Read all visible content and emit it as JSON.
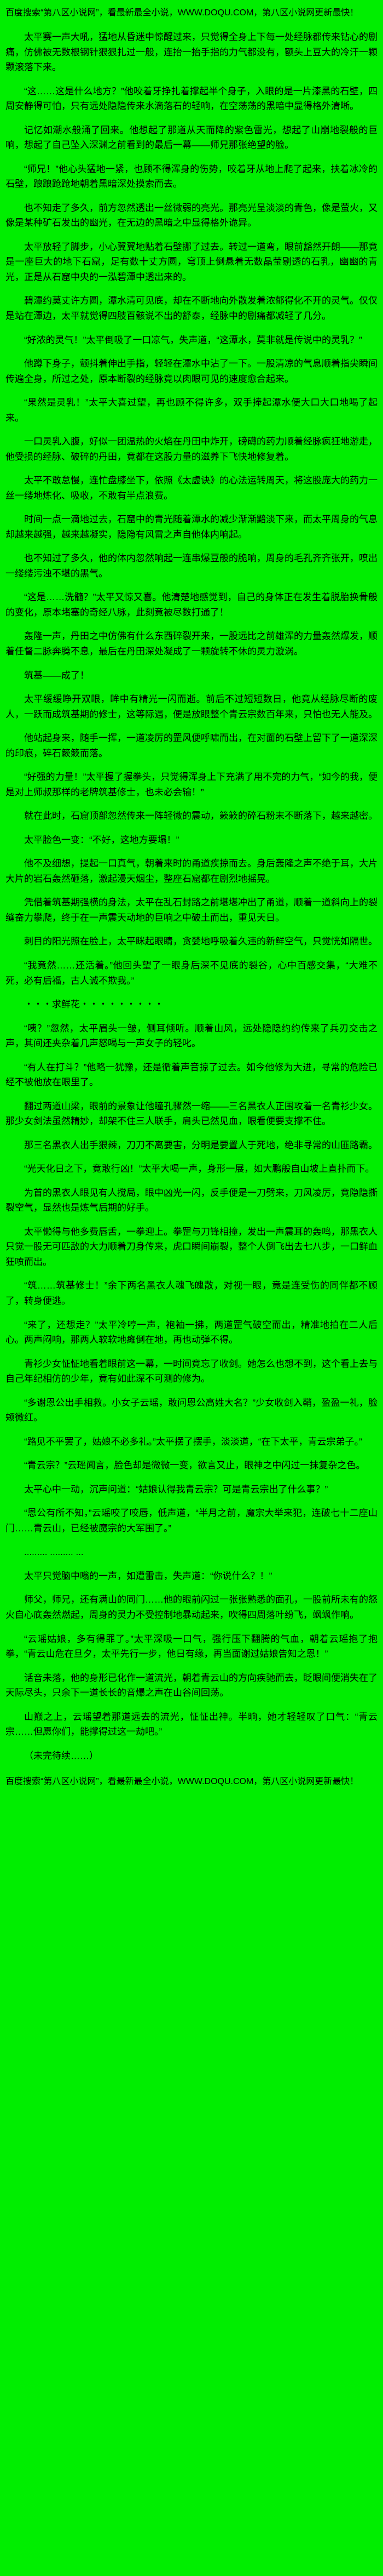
{
  "page": {
    "background_color": "#00ee00",
    "text_color": "#000000"
  },
  "header": {
    "notice": "百度搜索“第八区小说网”，看最新最全小说，WWW.DOQU.COM，第八区小说网更新最快！"
  },
  "footer": {
    "notice": "百度搜索“第八区小说网”，看最新最全小说，WWW.DOQU.COM，第八区小说网更新最快！"
  },
  "novel": {
    "paragraphs": [
      "太平赛一声大吼，猛地从昏迷中惊醒过来，只觉得全身上下每一处经脉都传来钻心的剧痛，仿佛被无数根钢针狠狠扎过一般，连抬一抬手指的力气都没有，额头上豆大的冷汗一颗颗滚落下来。",
      "“这……这是什么地方？”他咬着牙挣扎着撑起半个身子，入眼的是一片漆黑的石壁，四周安静得可怕，只有远处隐隐传来水滴落石的轻响，在空荡荡的黑暗中显得格外清晰。",
      "记忆如潮水般涌了回来。他想起了那道从天而降的紫色雷光，想起了山崩地裂般的巨响，想起了自己坠入深渊之前看到的最后一幕——师兄那张绝望的脸。",
      "“师兄！”他心头猛地一紧，也顾不得浑身的伤势，咬着牙从地上爬了起来，扶着冰冷的石壁，踉踉跄跄地朝着黑暗深处摸索而去。",
      "也不知走了多久，前方忽然透出一丝微弱的亮光。那亮光呈淡淡的青色，像是萤火，又像是某种矿石发出的幽光，在无边的黑暗之中显得格外诡异。",
      "太平放轻了脚步，小心翼翼地贴着石壁挪了过去。转过一道弯，眼前豁然开朗——那竟是一座巨大的地下石窟，足有数十丈方圆，穹顶上倒悬着无数晶莹剔透的石乳，幽幽的青光，正是从石窟中央的一泓碧潭中透出来的。",
      "碧潭约莫丈许方圆，潭水清可见底，却在不断地向外散发着浓郁得化不开的灵气。仅仅是站在潭边，太平就觉得四肢百骸说不出的舒泰，经脉中的剧痛都减轻了几分。",
      "“好浓的灵气！”太平倒吸了一口凉气，失声道，“这潭水，莫非就是传说中的灵乳？”",
      "他蹲下身子，颤抖着伸出手指，轻轻在潭水中沾了一下。一股清凉的气息顺着指尖瞬间传遍全身，所过之处，原本断裂的经脉竟以肉眼可见的速度愈合起来。",
      "“果然是灵乳！”太平大喜过望，再也顾不得许多，双手捧起潭水便大口大口地喝了起来。",
      "一口灵乳入腹，好似一团温热的火焰在丹田中炸开，磅礴的药力顺着经脉疯狂地游走，他受损的经脉、破碎的丹田，竟都在这股力量的滋养下飞快地修复着。",
      "太平不敢怠慢，连忙盘膝坐下，依照《太虚诀》的心法运转周天，将这股庞大的药力一丝一缕地炼化、吸收，不敢有半点浪费。",
      "时间一点一滴地过去，石窟中的青光随着潭水的减少渐渐黯淡下来，而太平周身的气息却越来越强，越来越凝实，隐隐有风雷之声自他体内响起。",
      "也不知过了多久，他的体内忽然响起一连串爆豆般的脆响，周身的毛孔齐齐张开，喷出一缕缕污浊不堪的黑气。",
      "“这是……洗髓？”太平又惊又喜。他清楚地感觉到，自己的身体正在发生着脱胎换骨般的变化，原本堵塞的奇经八脉，此刻竟被尽数打通了！",
      "轰隆一声，丹田之中仿佛有什么东西碎裂开来，一股远比之前雄浑的力量轰然爆发，顺着任督二脉奔腾不息，最后在丹田深处凝成了一颗旋转不休的灵力漩涡。",
      "筑基——成了！",
      "太平缓缓睁开双眼，眸中有精光一闪而逝。前后不过短短数日，他竟从经脉尽断的废人，一跃而成筑基期的修士，这等际遇，便是放眼整个青云宗数百年来，只怕也无人能及。",
      "他站起身来，随手一挥，一道凌厉的罡风便呼啸而出，在对面的石壁上留下了一道深深的印痕，碎石簌簌而落。",
      "“好强的力量！”太平握了握拳头，只觉得浑身上下充满了用不完的力气，“如今的我，便是对上师叔那样的老牌筑基修士，也未必会输！”",
      "就在此时，石窟顶部忽然传来一阵轻微的震动，簌簌的碎石粉末不断落下，越来越密。",
      "太平脸色一变：“不好，这地方要塌！”",
      "他不及细想，提起一口真气，朝着来时的甬道疾掠而去。身后轰隆之声不绝于耳，大片大片的岩石轰然砸落，激起漫天烟尘，整座石窟都在剧烈地摇晃。",
      "凭借着筑基期强横的身法，太平在乱石封路之前堪堪冲出了甬道，顺着一道斜向上的裂缝奋力攀爬，终于在一声震天动地的巨响之中破土而出，重见天日。",
      "刺目的阳光照在脸上，太平眯起眼睛，贪婪地呼吸着久违的新鲜空气，只觉恍如隔世。",
      "“我竟然……还活着。”他回头望了一眼身后深不见底的裂谷，心中百感交集，“大难不死，必有后福，古人诚不欺我。”",
      "・・・求鲜花・・・・・・・・・",
      "“咦？”忽然，太平眉头一皱，侧耳倾听。顺着山风，远处隐隐约约传来了兵刃交击之声，其间还夹杂着几声怒喝与一声女子的轻叱。",
      "“有人在打斗？”他略一犹豫，还是循着声音掠了过去。如今他修为大进，寻常的危险已经不被他放在眼里了。",
      "翻过两道山梁，眼前的景象让他瞳孔骤然一缩——三名黑衣人正围攻着一名青衫少女。那少女剑法虽然精妙，却架不住三人联手，肩头已然见血，眼看便要支撑不住。",
      "那三名黑衣人出手狠辣，刀刀不离要害，分明是要置人于死地，绝非寻常的山匪路霸。",
      "“光天化日之下，竟敢行凶！”太平大喝一声，身形一展，如大鹏般自山坡上直扑而下。",
      "为首的黑衣人眼见有人搅局，眼中凶光一闪，反手便是一刀劈来，刀风凌厉，竟隐隐撕裂空气，显然也是炼气后期的好手。",
      "太平懒得与他多费唇舌，一拳迎上。拳罡与刀锋相撞，发出一声震耳的轰鸣，那黑衣人只觉一股无可匹敌的大力顺着刀身传来，虎口瞬间崩裂，整个人倒飞出去七八步，一口鲜血狂喷而出。",
      "“筑……筑基修士！”余下两名黑衣人魂飞魄散，对视一眼，竟是连受伤的同伴都不顾了，转身便逃。",
      "“来了，还想走？”太平冷哼一声，袍袖一拂，两道罡气破空而出，精准地拍在二人后心。两声闷响，那两人软软地瘫倒在地，再也动弹不得。",
      "青衫少女怔怔地看着眼前这一幕，一时间竟忘了收剑。她怎么也想不到，这个看上去与自己年纪相仿的少年，竟有如此深不可测的修为。",
      "“多谢恩公出手相救。小女子云瑶，敢问恩公高姓大名？”少女收剑入鞘，盈盈一礼，脸颊微红。",
      "“路见不平罢了，姑娘不必多礼。”太平摆了摆手，淡淡道，“在下太平，青云宗弟子。”",
      "“青云宗？”云瑶闻言，脸色却是微微一变，欲言又止，眼神之中闪过一抹复杂之色。",
      "太平心中一动，沉声问道：“姑娘认得我青云宗？可是青云宗出了什么事？”",
      "“恩公有所不知，”云瑶咬了咬唇，低声道，“半月之前，魔宗大举来犯，连破七十二座山门……青云山，已经被魔宗的大军围了。”",
      "......... ......... ...",
      "太平只觉脑中嗡的一声，如遭雷击，失声道：“你说什么？！”",
      "师父，师兄，还有满山的同门……他的眼前闪过一张张熟悉的面孔，一股前所未有的怒火自心底轰然燃起，周身的灵力不受控制地暴动起来，吹得四周落叶纷飞，飒飒作响。",
      "“云瑶姑娘，多有得罪了。”太平深吸一口气，强行压下翻腾的气血，朝着云瑶抱了抱拳，“青云山危在旦夕，太平先行一步，他日有缘，再当面谢过姑娘告知之恩！”",
      "话音未落，他的身形已化作一道流光，朝着青云山的方向疾驰而去，眨眼间便消失在了天际尽头，只余下一道长长的音爆之声在山谷间回荡。",
      "山巅之上，云瑶望着那道远去的流光，怔怔出神。半晌，她才轻轻叹了口气：“青云宗……但愿你们，能撑得过这一劫吧。”",
      "（未完待续……）"
    ]
  }
}
